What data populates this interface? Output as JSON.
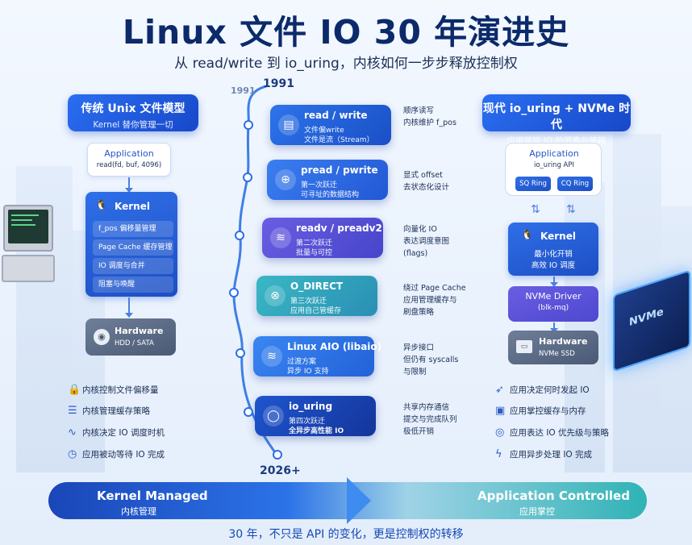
{
  "title": "Linux 文件 IO 30 年演进史",
  "subtitle": "从 read/write 到 io_uring，内核如何一步步释放控制权",
  "left": {
    "header_title": "传统 Unix 文件模型",
    "header_sub": "Kernel 替你管理一切",
    "app_title": "Application",
    "app_sub": "read(fd, buf, 4096)",
    "kernel_title": "Kernel",
    "kernel_items": [
      "f_pos 偏移量管理",
      "Page Cache 缓存管理",
      "IO 调度与合并",
      "阻塞与唤醒"
    ],
    "hw_title": "Hardware",
    "hw_sub": "HDD / SATA",
    "legend": [
      {
        "icon": "lock-icon",
        "glyph": "🔒",
        "text": "内核控制文件偏移量"
      },
      {
        "icon": "database-icon",
        "glyph": "☰",
        "text": "内核管理缓存策略"
      },
      {
        "icon": "pulse-icon",
        "glyph": "∿",
        "text": "内核决定 IO 调度时机"
      },
      {
        "icon": "clock-icon",
        "glyph": "◷",
        "text": "应用被动等待 IO 完成"
      }
    ]
  },
  "timeline": {
    "start_year": "1991",
    "start_year_small": "1991",
    "end_year": "2026+",
    "cards": [
      {
        "icon": "document-icon",
        "glyph": "▤",
        "title": "read / write",
        "line1": "文件偏write",
        "line2": "文件是流（Stream）",
        "color": "#2366e0",
        "notes": [
          "顺序读写",
          "内核维护 f_pos"
        ]
      },
      {
        "icon": "target-icon",
        "glyph": "⊕",
        "title": "pread / pwrite",
        "line1": "第一次跃迁",
        "line2": "可寻址的数据结构",
        "color": "#2e6fe2",
        "notes": [
          "显式 offset",
          "去状态化设计"
        ]
      },
      {
        "icon": "layers-icon",
        "glyph": "≋",
        "title": "readv / preadv2",
        "line1": "第二次跃迁",
        "line2": "批量与可控",
        "color": "#5a54d8",
        "notes": [
          "向量化 IO",
          "表达调度意图",
          "(flags)"
        ]
      },
      {
        "icon": "direct-icon",
        "glyph": "⊗",
        "title": "O_DIRECT",
        "line1": "第三次跃迁",
        "line2": "应用自己管缓存",
        "color": "#2fa8b8",
        "notes": [
          "绕过 Page Cache",
          "应用管理缓存与",
          "刷盘策略"
        ]
      },
      {
        "icon": "layers-icon",
        "glyph": "≋",
        "title": "Linux AIO (libaio)",
        "line1": "过渡方案",
        "line2": "异步 IO 支持",
        "color": "#2a74e4",
        "notes": [
          "异步接口",
          "但仍有 syscalls",
          "与限制"
        ]
      },
      {
        "icon": "ring-icon",
        "glyph": "◯",
        "title": "io_uring",
        "line1": "第四次跃迁",
        "line2": "全异步高性能 IO",
        "color": "#1b47b8",
        "notes": [
          "共享内存通信",
          "提交与完成队列",
          "极低开销"
        ]
      }
    ]
  },
  "right": {
    "header_title": "现代 io_uring + NVMe 时代",
    "header_sub": "应用掌控 IO 的节奏与策略",
    "app_title": "Application",
    "app_sub": "io_uring API",
    "sq_ring": "SQ Ring",
    "cq_ring": "CQ Ring",
    "kernel_title": "Kernel",
    "kernel_line1": "最小化开销",
    "kernel_line2": "高效 IO 调度",
    "driver_title": "NVMe Driver",
    "driver_sub": "(blk-mq)",
    "hw_title": "Hardware",
    "hw_sub": "NVMe SSD",
    "chip_label": "NVMe",
    "legend": [
      {
        "icon": "rocket-icon",
        "glyph": "➶",
        "text": "应用决定何时发起 IO"
      },
      {
        "icon": "chip-icon",
        "glyph": "▣",
        "text": "应用掌控缓存与内存"
      },
      {
        "icon": "priority-icon",
        "glyph": "◎",
        "text": "应用表达 IO 优先级与策略"
      },
      {
        "icon": "bolt-icon",
        "glyph": "ϟ",
        "text": "应用异步处理 IO 完成"
      }
    ]
  },
  "bottom": {
    "left_en": "Kernel Managed",
    "left_cn": "内核管理",
    "right_en": "Application Controlled",
    "right_cn": "应用掌控"
  },
  "footer": "30 年，不只是 API 的变化，更是控制权的转移"
}
